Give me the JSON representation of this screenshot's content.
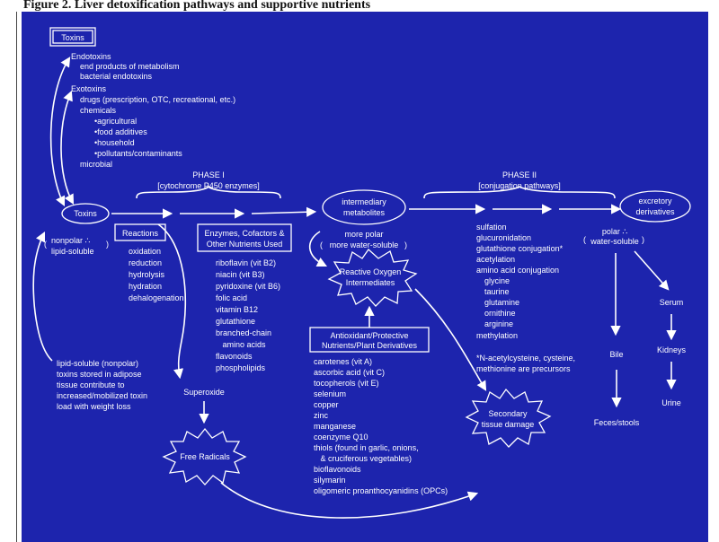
{
  "figure": {
    "caption": "Figure 2. Liver detoxification pathways and supportive nutrients"
  },
  "toxins_box": {
    "label": "Toxins"
  },
  "sources": {
    "endotoxins": {
      "heading": "Endotoxins",
      "items": [
        "end products of metabolism",
        "bacterial endotoxins"
      ]
    },
    "exotoxins": {
      "heading": "Exotoxins",
      "drugs": "drugs (prescription, OTC, recreational, etc.)",
      "chemicals": "chemicals",
      "chemical_types": [
        "•agricultural",
        "•food additives",
        "•household",
        "•pollutants/contaminants"
      ],
      "microbial": "microbial"
    }
  },
  "toxins_node": {
    "label": "Toxins"
  },
  "toxin_property": {
    "line1": "nonpolar ∴",
    "line2": "lipid-soluble"
  },
  "phase1": {
    "title": "PHASE I",
    "subtitle": "[cytochrome P450 enzymes]"
  },
  "reactions": {
    "heading": "Reactions",
    "items": [
      "oxidation",
      "reduction",
      "hydrolysis",
      "hydration",
      "dehalogenation"
    ]
  },
  "enzymes": {
    "heading_line1": "Enzymes, Cofactors &",
    "heading_line2": "Other Nutrients Used",
    "items": [
      "riboflavin (vit B2)",
      "niacin (vit B3)",
      "pyridoxine (vit B6)",
      "folic acid",
      "vitamin B12",
      "glutathione",
      "branched-chain",
      "   amino acids",
      "flavonoids",
      "phospholipids"
    ]
  },
  "intermediary": {
    "line1": "intermediary",
    "line2": "metabolites",
    "note1": "more polar",
    "note2": "more water-soluble"
  },
  "ros": {
    "line1": "Reactive Oxygen",
    "line2": "Intermediates"
  },
  "antioxidants": {
    "heading_line1": "Antioxidant/Protective",
    "heading_line2": "Nutrients/Plant Derivatives",
    "items": [
      "carotenes (vit A)",
      "ascorbic acid (vit C)",
      "tocopherols (vit E)",
      "selenium",
      "copper",
      "zinc",
      "manganese",
      "coenzyme Q10",
      "thiols (found in garlic, onions,",
      "   & cruciferous vegetables)",
      "bioflavonoids",
      "silymarin",
      "oligomeric proanthocyanidins (OPCs)"
    ]
  },
  "phase2": {
    "title": "PHASE II",
    "subtitle": "[conjugation pathways]",
    "items": [
      "sulfation",
      "glucuronidation",
      "glutathione conjugation*",
      "acetylation",
      "amino acid conjugation"
    ],
    "amino_acids": [
      "glycine",
      "taurine",
      "glutamine",
      "ornithine",
      "arginine"
    ],
    "methylation": "methylation",
    "footnote_line1": "*N-acetylcysteine, cysteine,",
    "footnote_line2": "methionine are precursors"
  },
  "excretory": {
    "line1": "excretory",
    "line2": "derivatives",
    "note1": "polar ∴",
    "note2": "water-soluble"
  },
  "routes": {
    "bile": "Bile",
    "feces": "Feces/stools",
    "serum": "Serum",
    "kidneys": "Kidneys",
    "urine": "Urine"
  },
  "adipose_note": [
    "lipid-soluble (nonpolar)",
    "toxins stored in adipose",
    "tissue contribute to",
    "increased/mobilized toxin",
    "load with weight loss"
  ],
  "superoxide": "Superoxide",
  "free_radicals": "Free Radicals",
  "tissue_damage": {
    "line1": "Secondary",
    "line2": "tissue damage"
  },
  "colors": {
    "background": "#1d24ad",
    "foreground": "#ffffff"
  }
}
